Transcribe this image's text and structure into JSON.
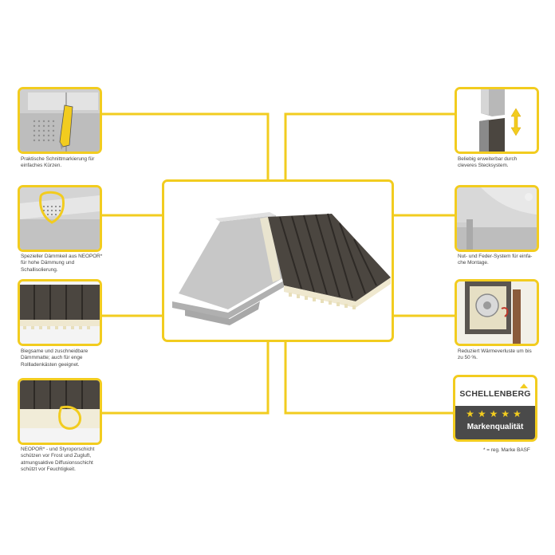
{
  "captions": {
    "left1": [
      "Praktische Schnittmarkierung für",
      "einfaches Kürzen."
    ],
    "left2": [
      "Spezieller Dämmkeil aus  NEOPOR*",
      "für hohe Dämmung und",
      "Schallisolierung."
    ],
    "left3": [
      "Biegsame und zuschneidbare",
      "Dämmmatte; auch für enge",
      "Rollladenkästen geeignet."
    ],
    "left4": [
      "NEOPOR* - und Styroporschicht",
      "schützen vor Frost und Zugluft,",
      "atmungsaktive Diffusionsschicht",
      "schützt vor Feuchtigkeit."
    ],
    "right1": [
      "Beliebig erweiterbar durch",
      "cleveres Stecksystem."
    ],
    "right2": [
      "Nut- und Feder-System für einfa-",
      "che Montage."
    ],
    "right3": [
      "Reduziert Wärmeverluste um bis",
      "zu 50 %."
    ]
  },
  "brand": {
    "name": "SCHELLENBERG",
    "stars": "★★★★★",
    "quality": "Markenqualität"
  },
  "footnote": "* = reg. Marke BASF",
  "colors": {
    "accent": "#f2cc1f",
    "foam_dark": "#4b4640",
    "foam_grey": "#c9c9c9",
    "brand_band": "#4a4a4a"
  }
}
